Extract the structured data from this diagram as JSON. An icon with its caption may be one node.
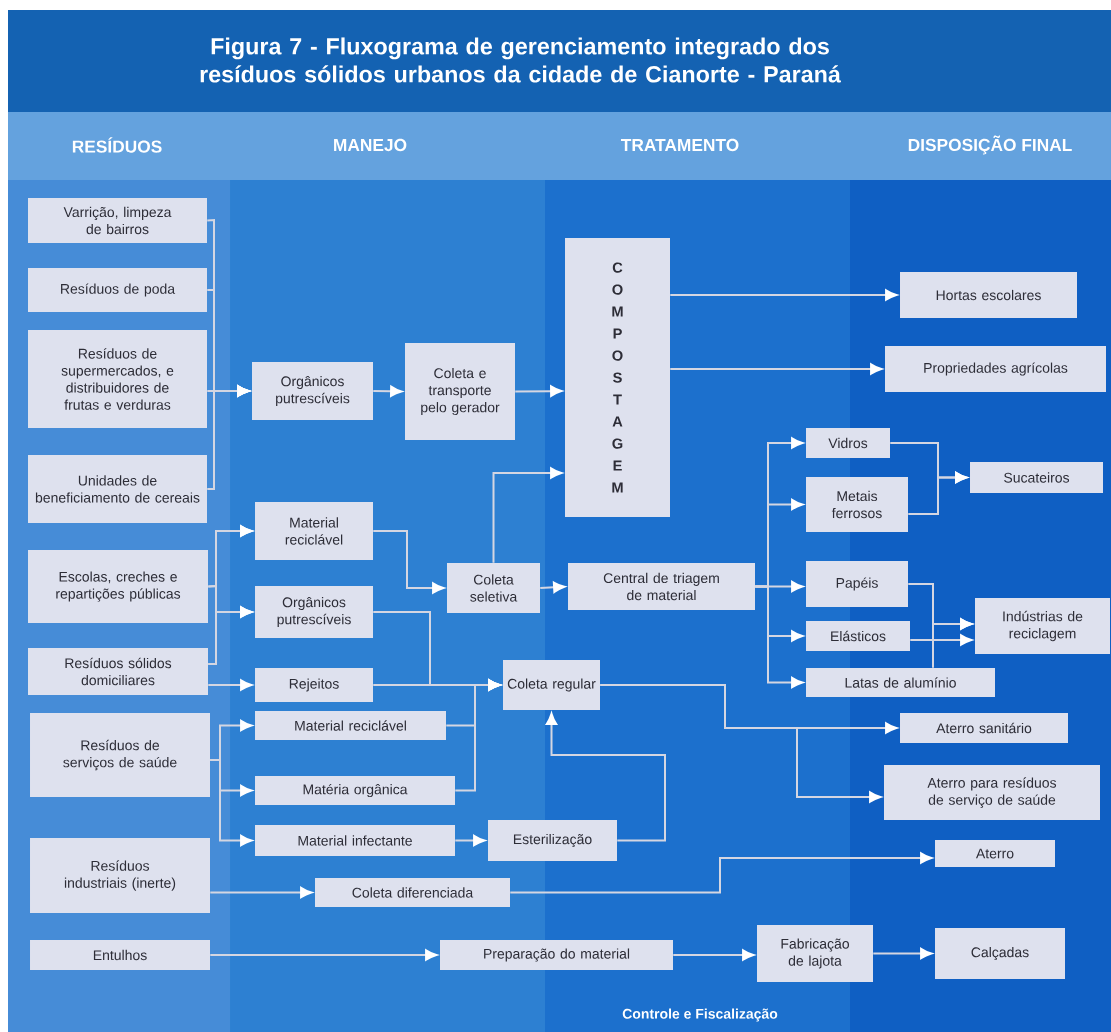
{
  "diagram": {
    "title": "Figura 7 - Fluxograma de gerenciamento integrado dos resíduos sólidos urbanos da cidade de Cianorte - Paraná",
    "nodes": [
      {
        "text": [
          "Varrição, limpeza de bairros"
        ]
      },
      {
        "text": [
          "Resíduos de poda"
        ]
      },
      {
        "text": [
          "Resíduos de supermercados, e distribuidores de frutas e verduras"
        ]
      },
      {
        "text": [
          "Unidades de beneficiamento de cereais"
        ]
      },
      {
        "text": [
          "Orgânicos putrescíveis"
        ]
      },
      {
        "text": [
          "Coleta e transporte pelo gerador"
        ]
      },
      {
        "text": [
          "COMPOSTAGEM"
        ]
      },
      {
        "text": [
          "Hortas escolares"
        ]
      },
      {
        "text": [
          "Propriedades agrícolas"
        ]
      },
      {
        "text": [
          "Material reciclável"
        ]
      },
      {
        "text": [
          "Escolas, creches e repartições públicas"
        ]
      },
      {
        "text": [
          "Coleta seletiva"
        ]
      },
      {
        "text": [
          "Central de triagem de material"
        ]
      },
      {
        "text": [
          "Vidros"
        ]
      },
      {
        "text": [
          "Metais ferrosos"
        ]
      },
      {
        "text": [
          "Sucateiros"
        ]
      },
      {
        "text": [
          "Papéis"
        ]
      },
      {
        "text": [
          "Elásticos"
        ]
      },
      {
        "text": [
          "Indústrias de reciclagem"
        ]
      },
      {
        "text": [
          "Latas de alumínio"
        ]
      },
      {
        "text": [
          "Orgânicos putrescíveis"
        ]
      },
      {
        "text": [
          "Resíduos sólidos domiciliares"
        ]
      },
      {
        "text": [
          "Rejeitos"
        ]
      },
      {
        "text": [
          "Coleta regular"
        ]
      },
      {
        "text": [
          "Resíduos de serviços de saúde"
        ]
      },
      {
        "text": [
          "Material reciclável"
        ]
      },
      {
        "text": [
          "Aterro sanitário"
        ]
      },
      {
        "text": [
          "Matéria orgânica"
        ]
      },
      {
        "text": [
          "Aterro para resíduos de serviço de saúde"
        ]
      },
      {
        "text": [
          "Material infectante"
        ]
      },
      {
        "text": [
          "Esterilização"
        ]
      },
      {
        "text": [
          "Resíduos industriais (inerte)"
        ]
      },
      {
        "text": [
          "Aterro"
        ]
      },
      {
        "text": [
          "Coleta diferenciada"
        ]
      },
      {
        "text": [
          "Entulhos"
        ]
      },
      {
        "text": [
          "Preparação do material"
        ]
      },
      {
        "text": [
          "Fabricação de lajota"
        ]
      },
      {
        "text": [
          "Calçadas"
        ]
      }
    ],
    "edges": [
      {
        "from": 0,
        "to": 4,
        "arrow": "to"
      },
      {
        "from": 1,
        "to": 4,
        "arrow": "to"
      },
      {
        "from": 2,
        "to": 4,
        "arrow": "to"
      },
      {
        "from": 3,
        "to": 4,
        "arrow": "to"
      },
      {
        "from": 4,
        "to": 5,
        "arrow": "to"
      },
      {
        "from": 5,
        "to": 6,
        "arrow": "to"
      },
      {
        "from": 6,
        "to": 7,
        "arrow": "to"
      },
      {
        "from": 6,
        "to": 8,
        "arrow": "to"
      },
      {
        "from": 9,
        "to": 11,
        "arrow": "to"
      },
      {
        "from": 11,
        "to": 6,
        "arrow": "to"
      },
      {
        "from": 10,
        "to": 9,
        "arrow": "to"
      },
      {
        "from": 10,
        "to": 20,
        "arrow": "to"
      },
      {
        "from": 21,
        "to": 9,
        "arrow": "to"
      },
      {
        "from": 21,
        "to": 20,
        "arrow": "to"
      },
      {
        "from": 21,
        "to": 22,
        "arrow": "to"
      },
      {
        "from": 11,
        "to": 12,
        "arrow": "to"
      },
      {
        "from": 12,
        "to": 13,
        "arrow": "to"
      },
      {
        "from": 12,
        "to": 14,
        "arrow": "to"
      },
      {
        "from": 12,
        "to": 16,
        "arrow": "to"
      },
      {
        "from": 12,
        "to": 17,
        "arrow": "to"
      },
      {
        "from": 12,
        "to": 19,
        "arrow": "to"
      },
      {
        "from": 13,
        "to": 15,
        "arrow": "to"
      },
      {
        "from": 14,
        "to": 15,
        "arrow": "to"
      },
      {
        "from": 16,
        "to": 18,
        "arrow": "to"
      },
      {
        "from": 17,
        "to": 18,
        "arrow": "to"
      },
      {
        "from": 19,
        "to": 18,
        "arrow": "to"
      },
      {
        "from": 20,
        "to": 23,
        "arrow": "to"
      },
      {
        "from": 22,
        "to": 23,
        "arrow": "to"
      },
      {
        "from": 25,
        "to": 23,
        "arrow": "to"
      },
      {
        "from": 27,
        "to": 23,
        "arrow": "to"
      },
      {
        "from": 24,
        "to": 25,
        "arrow": "to"
      },
      {
        "from": 24,
        "to": 27,
        "arrow": "to"
      },
      {
        "from": 24,
        "to": 29,
        "arrow": "to"
      },
      {
        "from": 29,
        "to": 30,
        "arrow": "to"
      },
      {
        "from": 30,
        "to": 23,
        "arrow": "to"
      },
      {
        "from": 23,
        "to": 26,
        "arrow": "to"
      },
      {
        "from": 23,
        "to": 28,
        "arrow": "to"
      },
      {
        "from": 31,
        "to": 33,
        "arrow": "to"
      },
      {
        "from": 33,
        "to": 32,
        "arrow": "to"
      },
      {
        "from": 34,
        "to": 35,
        "arrow": "to"
      },
      {
        "from": 35,
        "to": 36,
        "arrow": "to"
      },
      {
        "from": 36,
        "to": 37,
        "arrow": "to"
      }
    ],
    "labels": [
      "RESÍDUOS",
      "MANEJO",
      "TRATAMENTO",
      "DISPOSIÇÃO FINAL",
      "Controle e Fiscalização"
    ]
  }
}
